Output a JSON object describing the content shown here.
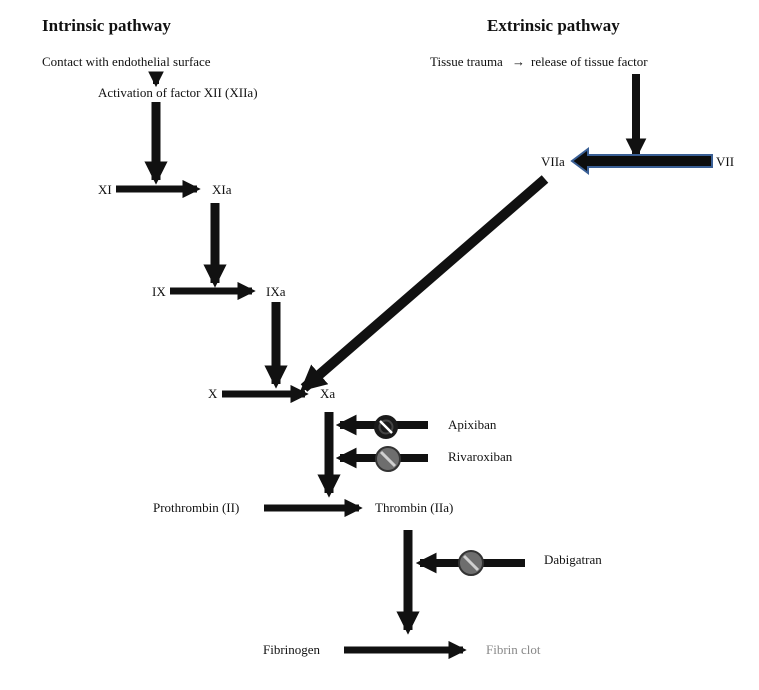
{
  "headings": {
    "intrinsic": "Intrinsic pathway",
    "extrinsic": "Extrinsic pathway"
  },
  "labels": {
    "contact": "Contact with endothelial surface",
    "activation_xii": "Activation of factor XII (XIIa)",
    "tissue_trauma": "Tissue trauma",
    "release_tissue_factor": "release of tissue factor",
    "viia": "VIIa",
    "vii": "VII",
    "xi": "XI",
    "xia": "XIa",
    "ix": "IX",
    "ixa": "IXa",
    "x": "X",
    "xa": "Xa",
    "prothrombin": "Prothrombin (II)",
    "thrombin": "Thrombin (IIa)",
    "fibrinogen": "Fibrinogen",
    "fibrin_clot": "Fibrin clot"
  },
  "inhibitors": {
    "apixiban": "Apixiban",
    "rivaroxiban": "Rivaroxiban",
    "dabigatran": "Dabigatran"
  },
  "colors": {
    "arrow": "#111111",
    "vii_arrow": "#0d0d0d",
    "vii_arrow_outline": "#3a5f95",
    "inhibitor_dark": "#1a1a1a",
    "inhibitor_grey": "#6e6e6e",
    "fibrin_text": "#888888"
  }
}
